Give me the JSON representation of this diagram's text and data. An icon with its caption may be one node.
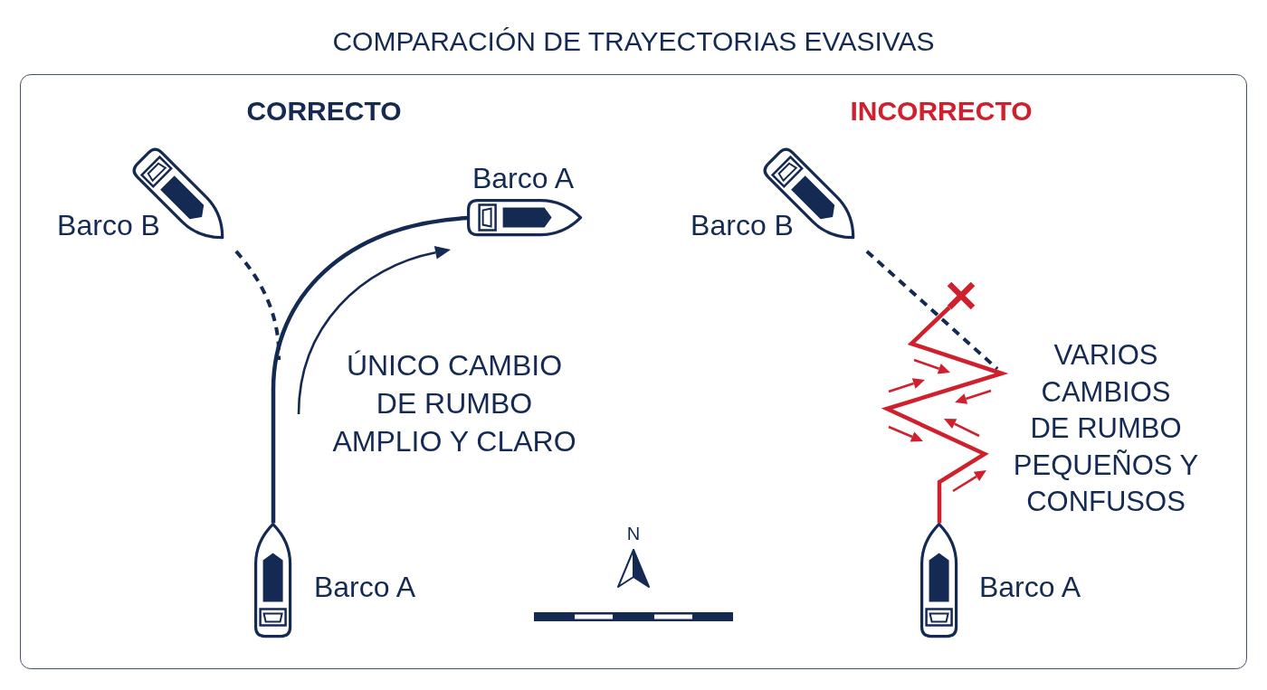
{
  "diagram": {
    "title": "COMPARACIÓN DE TRAYECTORIAS EVASIVAS",
    "nodes": [
      {
        "text": [],
        "shape": "boat",
        "beside": [
          "Barco B"
        ]
      },
      {
        "text": [],
        "shape": "boat",
        "beside": [
          "Barco A"
        ]
      },
      {
        "text": [],
        "shape": "boat",
        "beside": [
          "Barco A"
        ]
      },
      {
        "text": [],
        "shape": "boat",
        "beside": [
          "Barco B"
        ]
      },
      {
        "text": [],
        "shape": "cross"
      },
      {
        "text": [],
        "shape": "boat",
        "beside": [
          "Barco A"
        ]
      }
    ],
    "edges": [
      {
        "from": 2,
        "to": 1,
        "arrow": "none"
      },
      {
        "from": 0,
        "to": null,
        "arrow": "none",
        "style": "dashed"
      },
      {
        "from": 3,
        "to": null,
        "arrow": "none",
        "style": "dashed"
      },
      {
        "from": 5,
        "to": 4,
        "arrow": "none",
        "color": "#d0202e"
      }
    ],
    "labels": [
      "CORRECTO",
      "INCORRECTO",
      "ÚNICO CAMBIO DE RUMBO AMPLIO Y CLARO",
      "VARIOS CAMBIOS DE RUMBO PEQUEÑOS Y CONFUSOS",
      "N"
    ]
  }
}
